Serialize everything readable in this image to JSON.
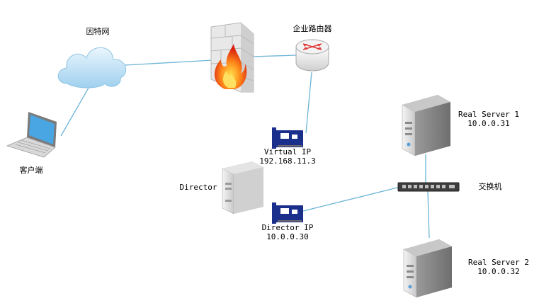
{
  "nodes": {
    "internet": {
      "label": "因特网",
      "icon": "cloud-icon"
    },
    "client": {
      "label": "客户端",
      "icon": "laptop-icon"
    },
    "firewall": {
      "icon": "firewall-icon"
    },
    "router": {
      "label": "企业路由器",
      "icon": "router-icon"
    },
    "director": {
      "label": "Director",
      "icon": "server-icon"
    },
    "vip_nic": {
      "label": "Virtual IP",
      "ip": "192.168.11.3",
      "icon": "network-card-icon"
    },
    "dip_nic": {
      "label": "Director IP",
      "ip": "10.0.0.30",
      "icon": "network-card-icon"
    },
    "switch": {
      "label": "交换机",
      "icon": "switch-icon"
    },
    "real1": {
      "label": "Real Server 1",
      "ip": "10.0.0.31",
      "icon": "server-icon"
    },
    "real2": {
      "label": "Real Server 2",
      "ip": "10.0.0.32",
      "icon": "server-icon"
    }
  },
  "connections": [
    [
      "client",
      "internet"
    ],
    [
      "internet",
      "firewall"
    ],
    [
      "firewall",
      "router"
    ],
    [
      "router",
      "vip_nic"
    ],
    [
      "dip_nic",
      "switch"
    ],
    [
      "switch",
      "real1"
    ],
    [
      "switch",
      "real2"
    ]
  ],
  "colors": {
    "link": "#6cb4d6",
    "nic": "#1a2f8c",
    "cloud": "#cfe8f7",
    "server": "#dcdcdc"
  }
}
